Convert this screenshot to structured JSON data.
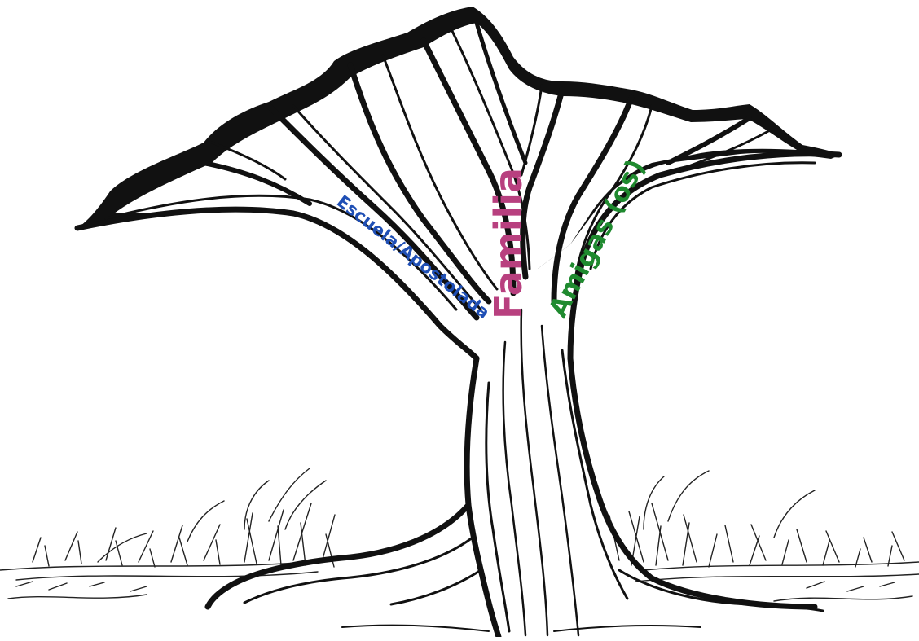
{
  "labels": {
    "school": "Escuela/Apostolada",
    "family": "Familia",
    "friends": "Amigas (os)"
  },
  "colors": {
    "school": "#1f4fb5",
    "family": "#b8407f",
    "friends": "#1f8a2f",
    "ink": "#111111"
  }
}
